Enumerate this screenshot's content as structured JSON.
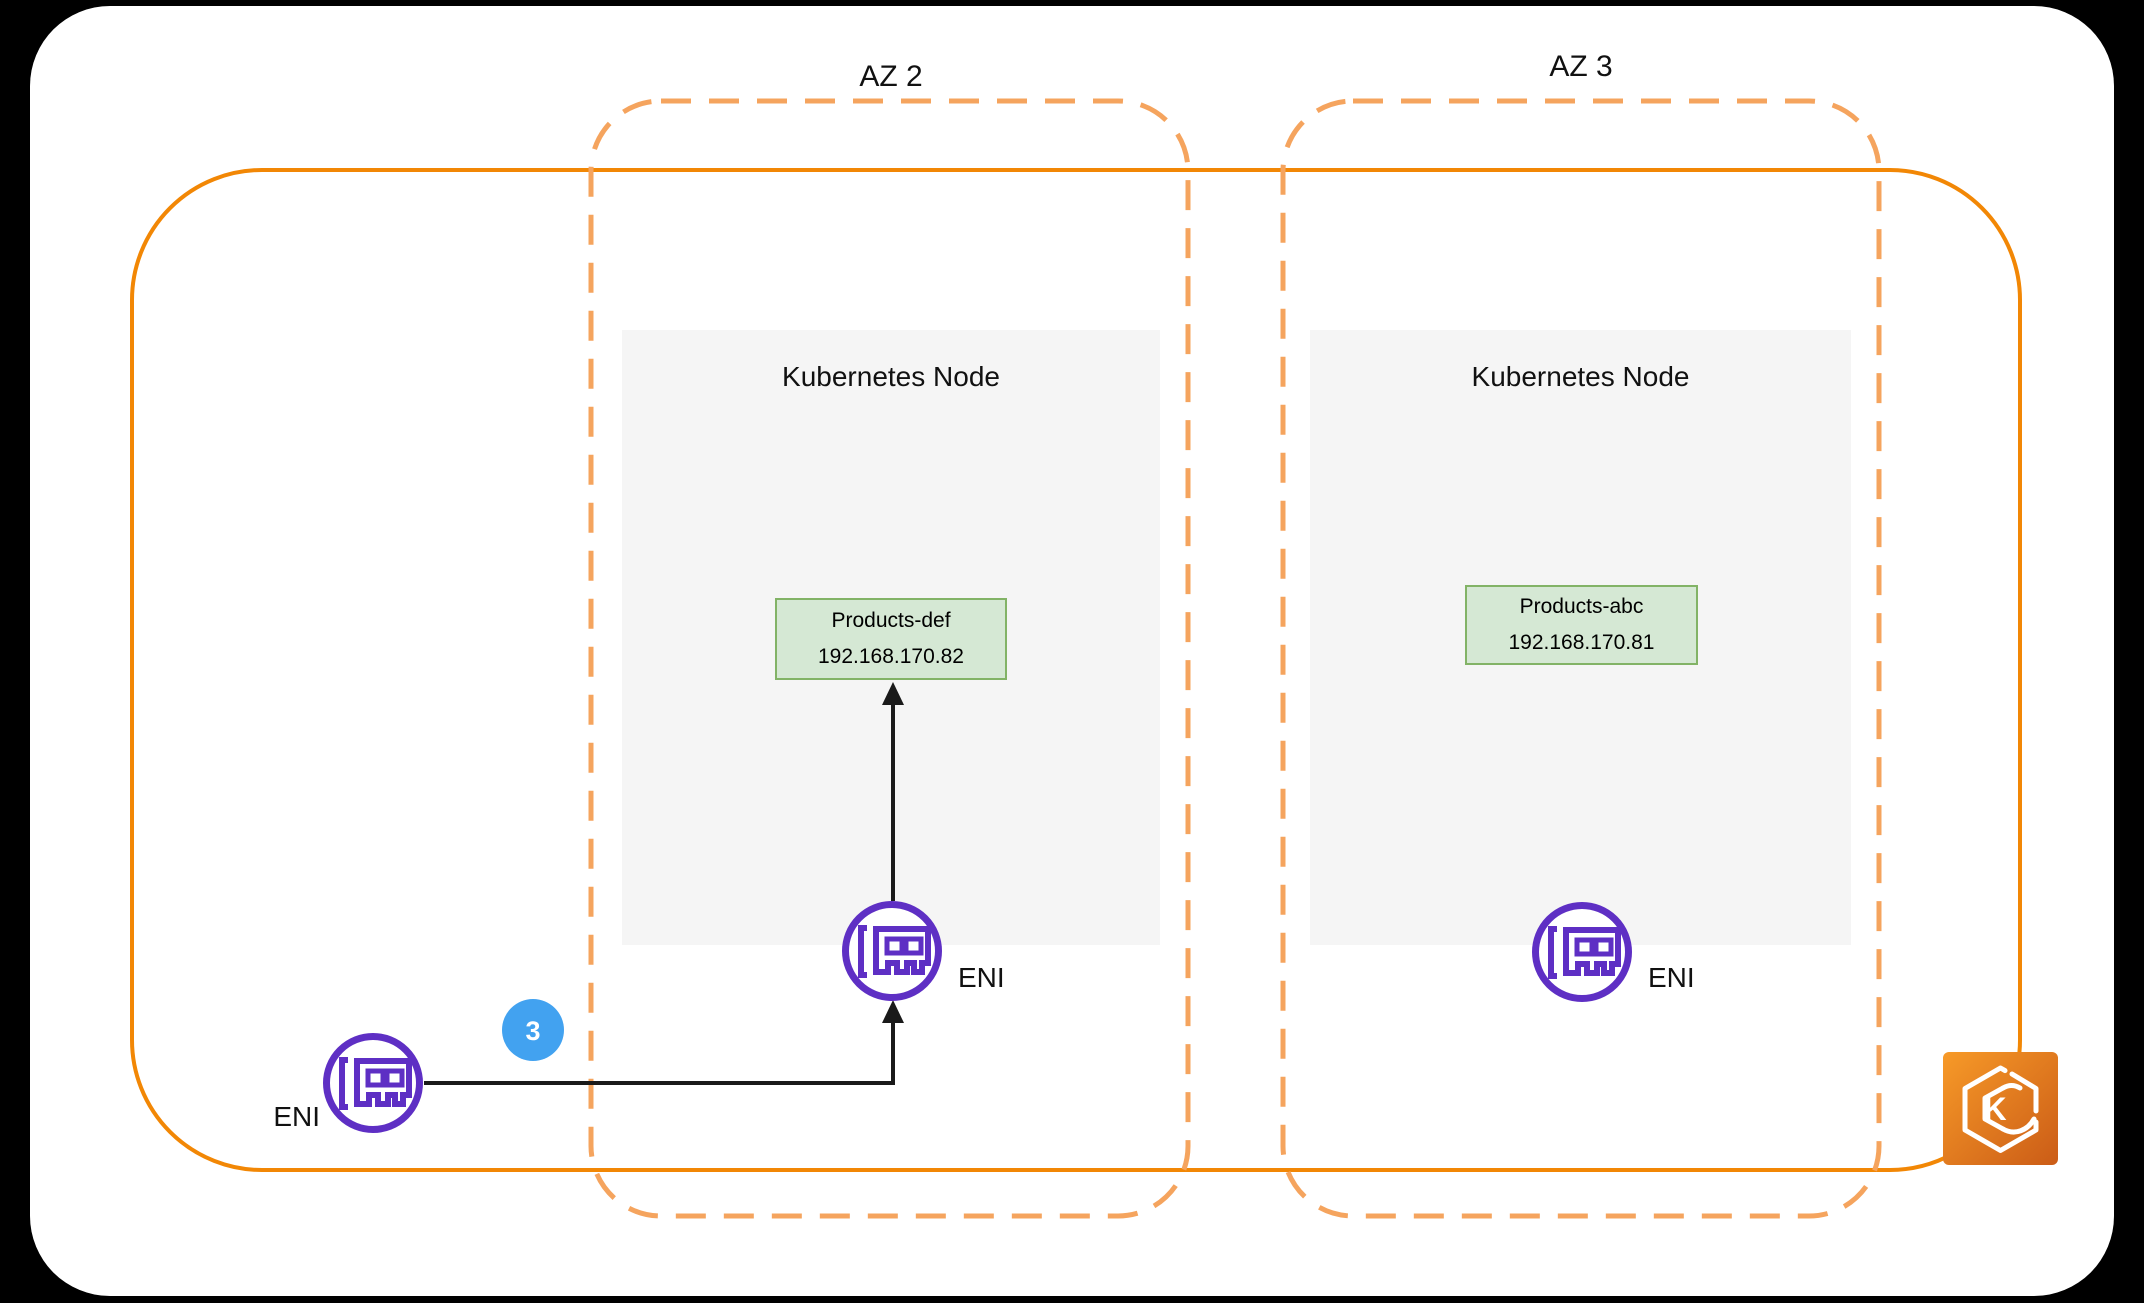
{
  "zones": {
    "az2": "AZ 2",
    "az3": "AZ 3"
  },
  "nodes": [
    {
      "title": "Kubernetes Node",
      "pod_name": "Products-def",
      "pod_ip": "192.168.170.82"
    },
    {
      "title": "Kubernetes Node",
      "pod_name": "Products-abc",
      "pod_ip": "192.168.170.81"
    }
  ],
  "eni": [
    {
      "label": "ENI"
    },
    {
      "label": "ENI"
    },
    {
      "label": "ENI"
    }
  ],
  "badge": {
    "value": "3"
  },
  "eks": {
    "letter": "K"
  },
  "colors": {
    "vpc_border": "#F28705",
    "az_border": "#F5A45E",
    "node_bg": "#F5F5F5",
    "pod_bg": "#D5E8D4",
    "pod_border": "#82B366",
    "eni_purple": "#5E2FC4",
    "badge_blue": "#42A2F0",
    "arrow": "#1A1A1A",
    "eks_gradient_top": "#F79A28",
    "eks_gradient_bottom": "#CB5C17",
    "background": "#000000",
    "canvas": "#FFFFFF"
  }
}
